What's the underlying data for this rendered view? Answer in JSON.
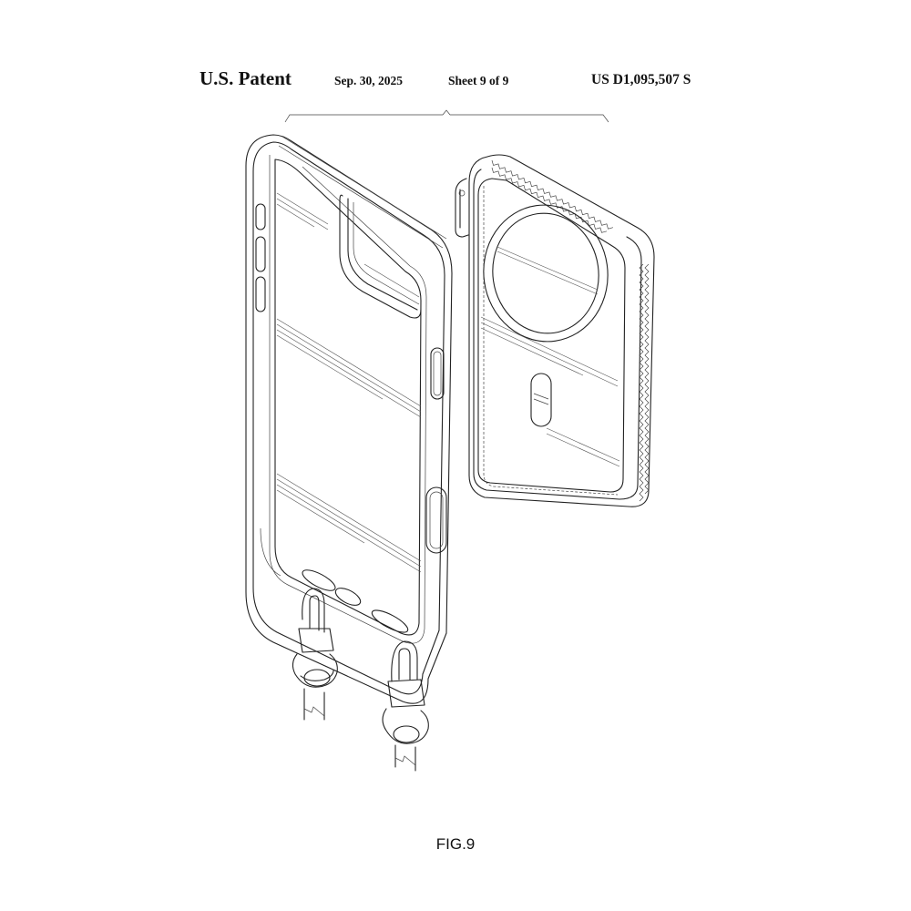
{
  "header": {
    "title": "U.S. Patent",
    "date": "Sep. 30, 2025",
    "sheet": "Sheet 9 of 9",
    "patent_number": "US D1,095,507 S"
  },
  "figure": {
    "label": "FIG.9",
    "components": [
      "phone-case-with-lanyard-clips",
      "magnetic-power-bank"
    ]
  }
}
